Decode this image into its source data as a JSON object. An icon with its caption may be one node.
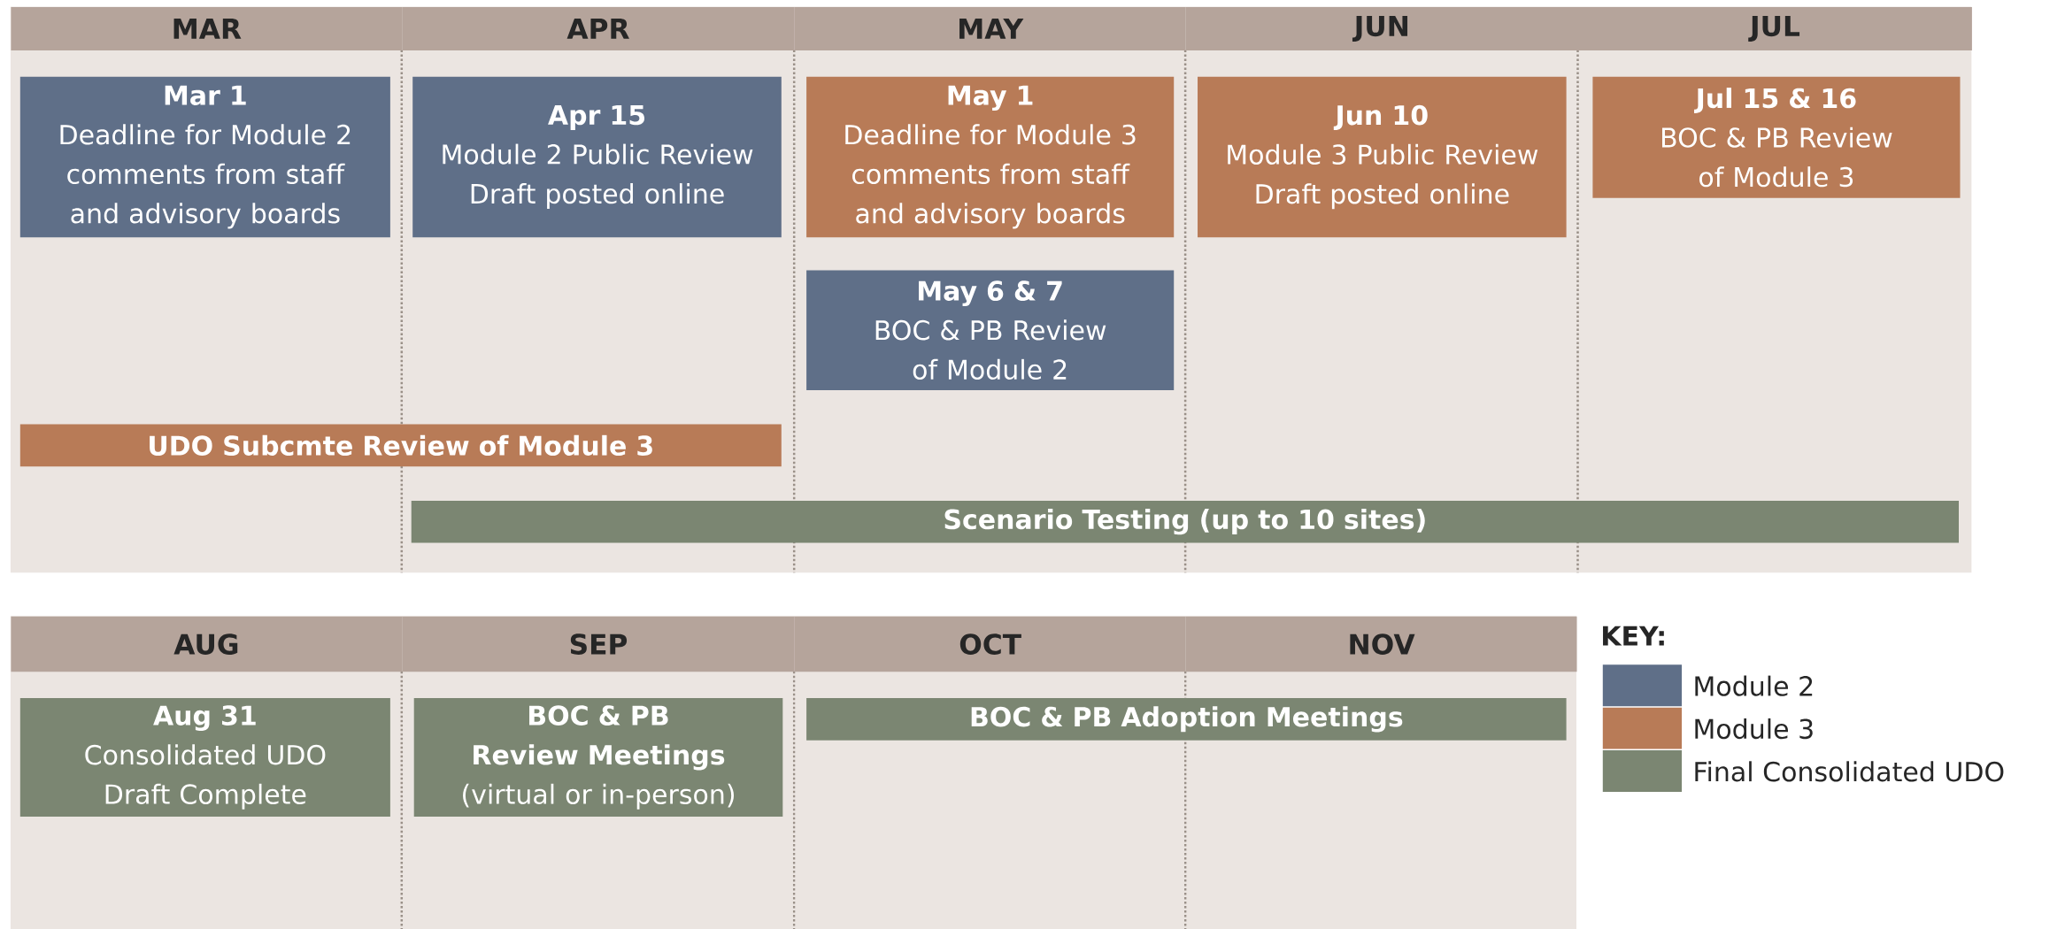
{
  "diagram": {
    "nodes": [
      {
        "text": [
          "MAR"
        ]
      },
      {
        "text": [
          "APR"
        ]
      },
      {
        "text": [
          "MAY"
        ]
      },
      {
        "text": [
          "JUN"
        ]
      },
      {
        "text": [
          "JUL"
        ]
      },
      {
        "text": [
          "Mar 1",
          "Deadline for Module 2 comments from staff and advisory boards"
        ]
      },
      {
        "text": [
          "Apr 15",
          "Module 2 Public Review Draft posted online"
        ]
      },
      {
        "text": [
          "May 1",
          "Deadline for Module 3 comments from staff and advisory boards"
        ]
      },
      {
        "text": [
          "Jun 10",
          "Module 3 Public Review Draft posted online"
        ]
      },
      {
        "text": [
          "Jul 15 & 16",
          "BOC & PB Review of Module 3"
        ]
      },
      {
        "text": [
          "May 6 & 7",
          "BOC & PB Review of Module 2"
        ]
      },
      {
        "text": [
          "UDO Subcmte Review of Module 3"
        ]
      },
      {
        "text": [
          "Scenario Testing (up to 10 sites)"
        ]
      },
      {
        "text": [
          "AUG"
        ]
      },
      {
        "text": [
          "SEP"
        ]
      },
      {
        "text": [
          "OCT"
        ]
      },
      {
        "text": [
          "NOV"
        ]
      },
      {
        "text": [
          "Aug 31",
          "Consolidated UDO Draft Complete"
        ]
      },
      {
        "text": [
          "BOC & PB Review Meetings",
          "(virtual or in-person)"
        ]
      },
      {
        "text": [
          "BOC & PB Adoption Meetings"
        ]
      }
    ],
    "labels": [
      "KEY:"
    ],
    "legend": [
      {
        "text": "Module 2",
        "color": "#5f6f88"
      },
      {
        "text": "Module 3",
        "color": "#b87b57"
      },
      {
        "text": "Final Consolidated UDO",
        "color": "#7b8672"
      }
    ]
  }
}
